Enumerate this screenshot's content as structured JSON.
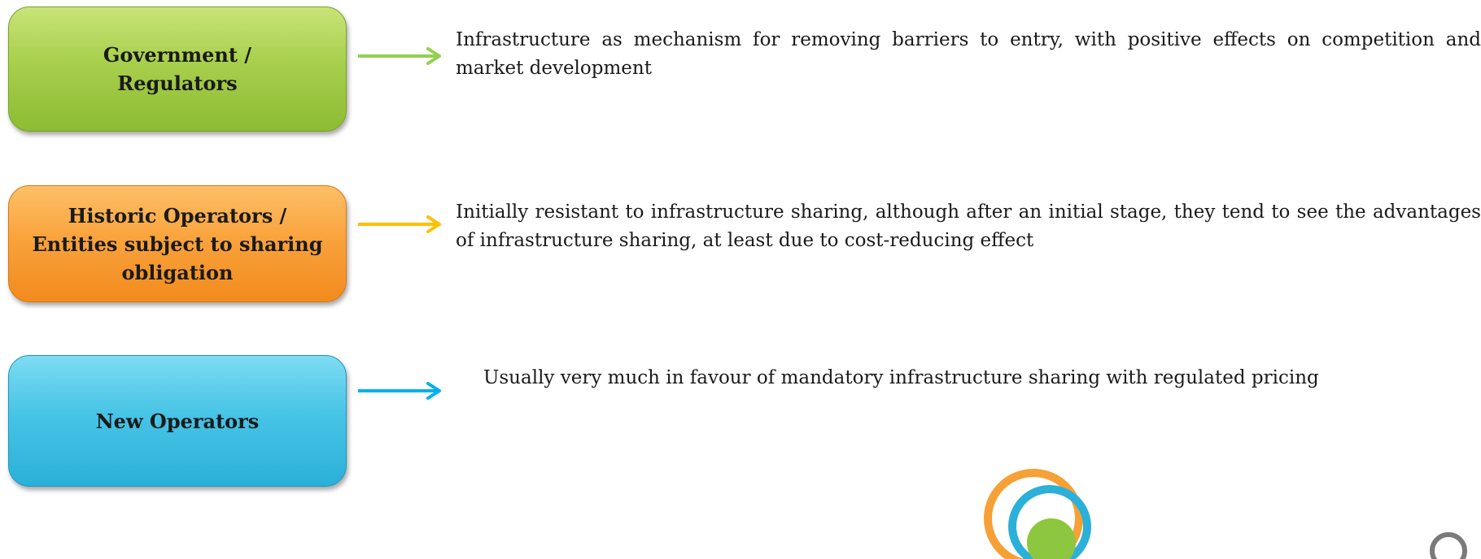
{
  "stakeholders": [
    {
      "label_lines": [
        "Government /",
        "Regulators"
      ],
      "description": "Infrastructure as mechanism for removing barriers to entry, with positive effects on competition and market development",
      "color": "#9dc83e"
    },
    {
      "label_lines": [
        "Historic Operators /",
        "Entities subject to sharing",
        "obligation"
      ],
      "description": "Initially resistant to infrastructure sharing, although after an initial stage, they tend to see the advantages of infrastructure sharing, at least due to cost-reducing effect",
      "color": "#f7a035"
    },
    {
      "label_lines": [
        "New Operators"
      ],
      "description": "Usually very much in favour of mandatory infrastructure sharing with regulated pricing",
      "color": "#3ec0e4"
    }
  ],
  "arrows": [
    {
      "color": "#92d050",
      "icon": "arrow-right-icon"
    },
    {
      "color": "#ffc000",
      "icon": "arrow-right-icon"
    },
    {
      "color": "#00b0f0",
      "icon": "arrow-right-icon"
    }
  ],
  "logo": {
    "icon": "logo-rings-icon",
    "colors": [
      "#f7a035",
      "#2bb0d9",
      "#8dc63f"
    ]
  }
}
